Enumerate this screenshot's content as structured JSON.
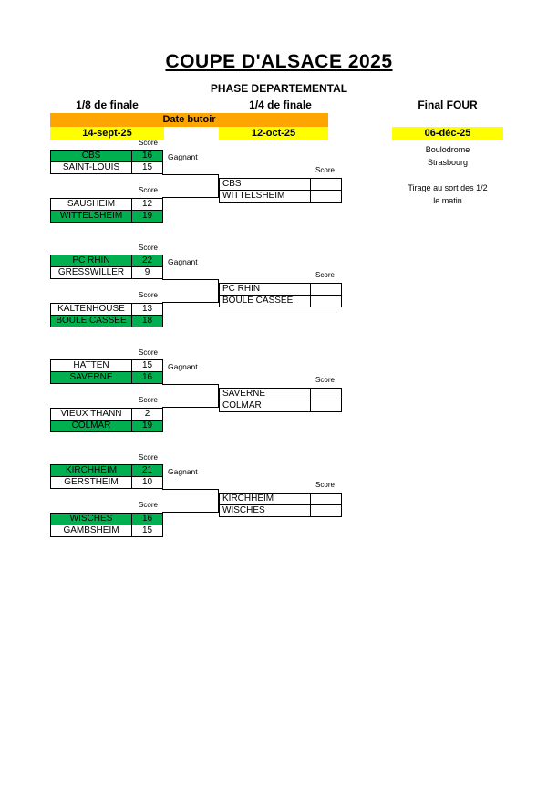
{
  "header": {
    "title": "COUPE D'ALSACE 2025",
    "subtitle": "PHASE DEPARTEMENTAL",
    "round1_label": "1/8 de finale",
    "round2_label": "1/4 de finale",
    "round3_label": "Final FOUR",
    "deadline_label": "Date butoir",
    "date_round1": "14-sept-25",
    "date_round2": "12-oct-25",
    "date_final": "06-déc-25"
  },
  "final_four": {
    "venue": "Boulodrome",
    "city": "Strasbourg",
    "note_line1": "Tirage au sort des 1/2",
    "note_line2": "le matin"
  },
  "labels": {
    "score": "Score",
    "gagnant": "Gagnant"
  },
  "colors": {
    "winner_green": "#00B050",
    "deadline_orange": "#FFA500",
    "date_yellow": "#FFFF00"
  },
  "bracket": {
    "groups": [
      {
        "pairs": [
          {
            "teams": [
              {
                "name": "CBS",
                "score": "16",
                "winner": true
              },
              {
                "name": "SAINT-LOUIS",
                "score": "15",
                "winner": false
              }
            ]
          },
          {
            "teams": [
              {
                "name": "SAUSHEIM",
                "score": "12",
                "winner": false
              },
              {
                "name": "WITTELSHEIM",
                "score": "19",
                "winner": true
              }
            ]
          }
        ],
        "qf": {
          "teams": [
            "CBS",
            "WITTELSHEIM"
          ]
        }
      },
      {
        "pairs": [
          {
            "teams": [
              {
                "name": "PC RHIN",
                "score": "22",
                "winner": true
              },
              {
                "name": "GRESSWILLER",
                "score": "9",
                "winner": false
              }
            ]
          },
          {
            "teams": [
              {
                "name": "KALTENHOUSE",
                "score": "13",
                "winner": false
              },
              {
                "name": "BOULE CASSEE",
                "score": "18",
                "winner": true
              }
            ]
          }
        ],
        "qf": {
          "teams": [
            "PC RHIN",
            "BOULE CASSEE"
          ]
        }
      },
      {
        "pairs": [
          {
            "teams": [
              {
                "name": "HATTEN",
                "score": "15",
                "winner": false
              },
              {
                "name": "SAVERNE",
                "score": "16",
                "winner": true
              }
            ]
          },
          {
            "teams": [
              {
                "name": "VIEUX THANN",
                "score": "2",
                "winner": false
              },
              {
                "name": "COLMAR",
                "score": "19",
                "winner": true
              }
            ]
          }
        ],
        "qf": {
          "teams": [
            "SAVERNE",
            "COLMAR"
          ]
        }
      },
      {
        "pairs": [
          {
            "teams": [
              {
                "name": "KIRCHHEIM",
                "score": "21",
                "winner": true
              },
              {
                "name": "GERSTHEIM",
                "score": "10",
                "winner": false
              }
            ]
          },
          {
            "teams": [
              {
                "name": "WISCHES",
                "score": "16",
                "winner": true
              },
              {
                "name": "GAMBSHEIM",
                "score": "15",
                "winner": false
              }
            ]
          }
        ],
        "qf": {
          "teams": [
            "KIRCHHEIM",
            "WISCHES"
          ]
        }
      }
    ]
  }
}
